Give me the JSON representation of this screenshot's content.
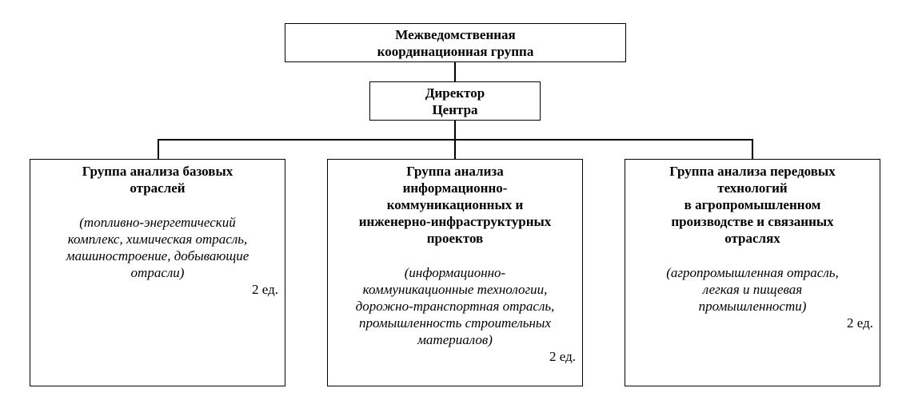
{
  "top": {
    "lines": [
      "Межведомственная",
      "координационная группа"
    ]
  },
  "director": {
    "lines": [
      "Директор",
      "Центра"
    ]
  },
  "groups": [
    {
      "title": [
        "Группа анализа базовых",
        "отраслей"
      ],
      "desc": [
        "(топливно-энергетический",
        "комплекс, химическая отрасль,",
        "машиностроение, добывающие",
        "отрасли)"
      ],
      "units": "2 ед."
    },
    {
      "title": [
        "Группа анализа",
        "информационно-",
        "коммуникационных и",
        "инженерно-инфраструктурных",
        "проектов"
      ],
      "desc": [
        "(информационно-",
        "коммуникационные технологии,",
        "дорожно-транспортная отрасль,",
        "промышленность строительных",
        "материалов)"
      ],
      "units": "2 ед."
    },
    {
      "title": [
        "Группа анализа передовых",
        "технологий",
        "в агропромышленном",
        "производстве и связанных",
        "отраслях"
      ],
      "desc": [
        "(агропромышленная отрасль,",
        "легкая и пищевая",
        "промышленности)"
      ],
      "units": "2 ед."
    }
  ]
}
